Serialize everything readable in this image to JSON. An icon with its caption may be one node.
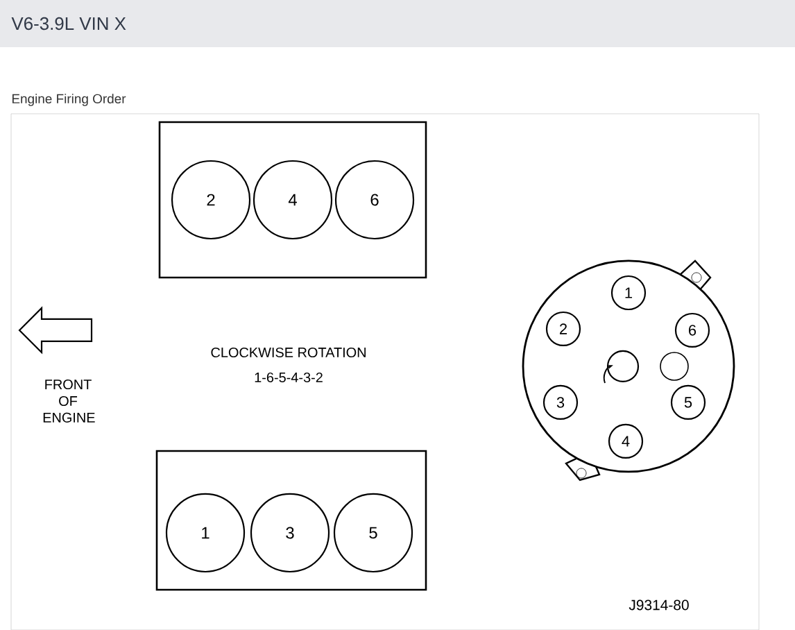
{
  "diagram": {
    "title": "V6-3.9L VIN X",
    "nodes": [
      {
        "text": [],
        "shape": "box"
      },
      {
        "text": [
          "2"
        ],
        "in": 0
      },
      {
        "text": [
          "4"
        ],
        "in": 0
      },
      {
        "text": [
          "6"
        ],
        "in": 0
      },
      {
        "text": [],
        "shape": "circle"
      },
      {
        "text": [
          "1"
        ],
        "in": 4
      },
      {
        "text": [
          "2"
        ],
        "in": 4
      },
      {
        "text": [
          "6"
        ],
        "in": 4
      },
      {
        "text": [
          "3"
        ],
        "in": 4
      },
      {
        "text": [
          "5"
        ],
        "in": 4
      },
      {
        "text": [
          "4"
        ],
        "in": 4
      },
      {
        "text": [],
        "shape": "box"
      },
      {
        "text": [
          "1"
        ],
        "in": 11
      },
      {
        "text": [
          "3"
        ],
        "in": 11
      },
      {
        "text": [
          "5"
        ],
        "in": 11
      }
    ],
    "labels": [
      "Engine Firing Order",
      "CLOCKWISE ROTATION",
      "1-6-5-4-3-2",
      "FRONT OF ENGINE",
      "J9314-80"
    ]
  }
}
